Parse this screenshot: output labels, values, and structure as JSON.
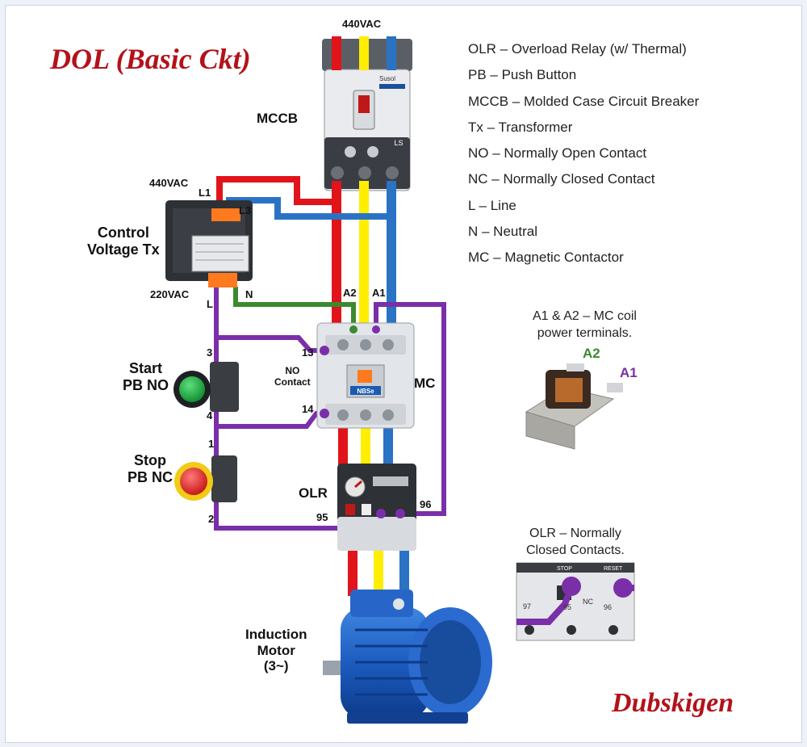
{
  "title": "DOL (Basic Ckt)",
  "signature": "Dubskigen",
  "supply_label": "440VAC",
  "mccb": {
    "label": "MCCB",
    "brand": "Susol",
    "model": "LS"
  },
  "transformer": {
    "label_line1": "Control",
    "label_line2": "Voltage Tx",
    "primary_voltage": "440VAC",
    "secondary_voltage": "220VAC",
    "terminal_l1": "L1",
    "terminal_l3": "L3",
    "terminal_l": "L",
    "terminal_n": "N"
  },
  "start_pb": {
    "label_line1": "Start",
    "label_line2": "PB NO",
    "terminal_top": "3",
    "terminal_bottom": "4"
  },
  "stop_pb": {
    "label_line1": "Stop",
    "label_line2": "PB NC",
    "terminal_top": "1",
    "terminal_bottom": "2"
  },
  "contactor": {
    "label": "MC",
    "brand": "NBSe",
    "coil_a1": "A1",
    "coil_a2": "A2",
    "no_contact_line1": "NO",
    "no_contact_line2": "Contact",
    "terminal_13": "13",
    "terminal_14": "14"
  },
  "olr": {
    "label": "OLR",
    "terminal_95": "95",
    "terminal_96": "96"
  },
  "motor": {
    "label_line1": "Induction",
    "label_line2": "Motor",
    "label_line3": "(3~)"
  },
  "legend": [
    "OLR – Overload Relay (w/ Thermal)",
    "PB – Push Button",
    "MCCB – Molded Case Circuit Breaker",
    "Tx – Transformer",
    "NO – Normally Open Contact",
    "NC – Normally Closed Contact",
    "L – Line",
    "N – Neutral",
    "MC – Magnetic Contactor"
  ],
  "coil_note": {
    "line1": "A1 & A2 – MC coil",
    "line2": "power terminals.",
    "a2": "A2",
    "a1": "A1"
  },
  "olr_note": {
    "line1": "OLR – Normally",
    "line2": "Closed Contacts.",
    "stop": "STOP",
    "reset": "RESET",
    "t97": "97",
    "t95": "95",
    "nc": "NC",
    "t96": "96"
  },
  "colors": {
    "phase_red": "#e0141a",
    "phase_yellow": "#ffee00",
    "phase_blue": "#2a73c4",
    "control_purple": "#7a2fa8",
    "neutral_green": "#3b8a2e",
    "title_red": "#b3121a"
  }
}
